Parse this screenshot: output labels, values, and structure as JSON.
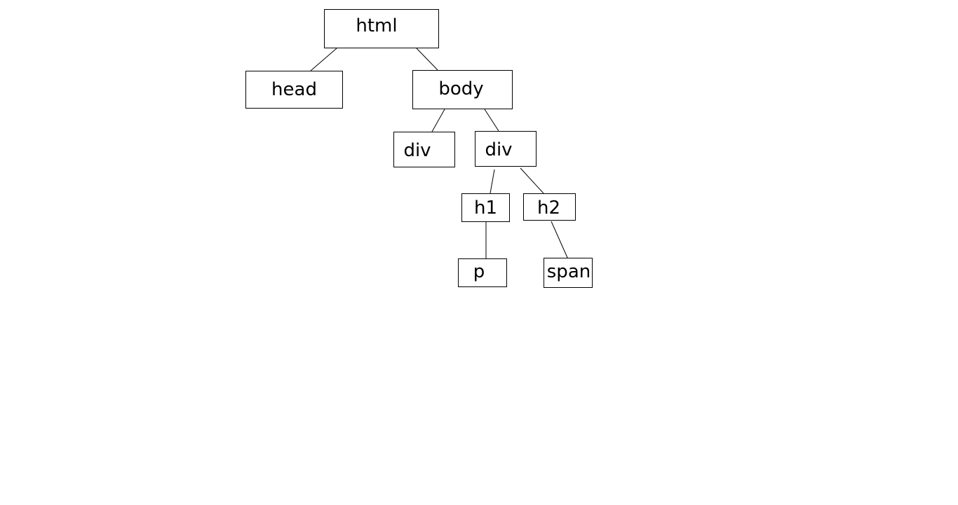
{
  "diagram": {
    "nodes": {
      "html": "html",
      "head": "head",
      "body": "body",
      "div1": "div",
      "div2": "div",
      "h1": "h1",
      "h2": "h2",
      "p": "p",
      "span": "span"
    },
    "edges": [
      [
        "html",
        "head"
      ],
      [
        "html",
        "body"
      ],
      [
        "body",
        "div1"
      ],
      [
        "body",
        "div2"
      ],
      [
        "div2",
        "h1"
      ],
      [
        "div2",
        "h2"
      ],
      [
        "h1",
        "p"
      ],
      [
        "h2",
        "span"
      ]
    ],
    "colors": {
      "background": "#ffffff",
      "stroke": "#000000",
      "text": "#000000"
    }
  }
}
